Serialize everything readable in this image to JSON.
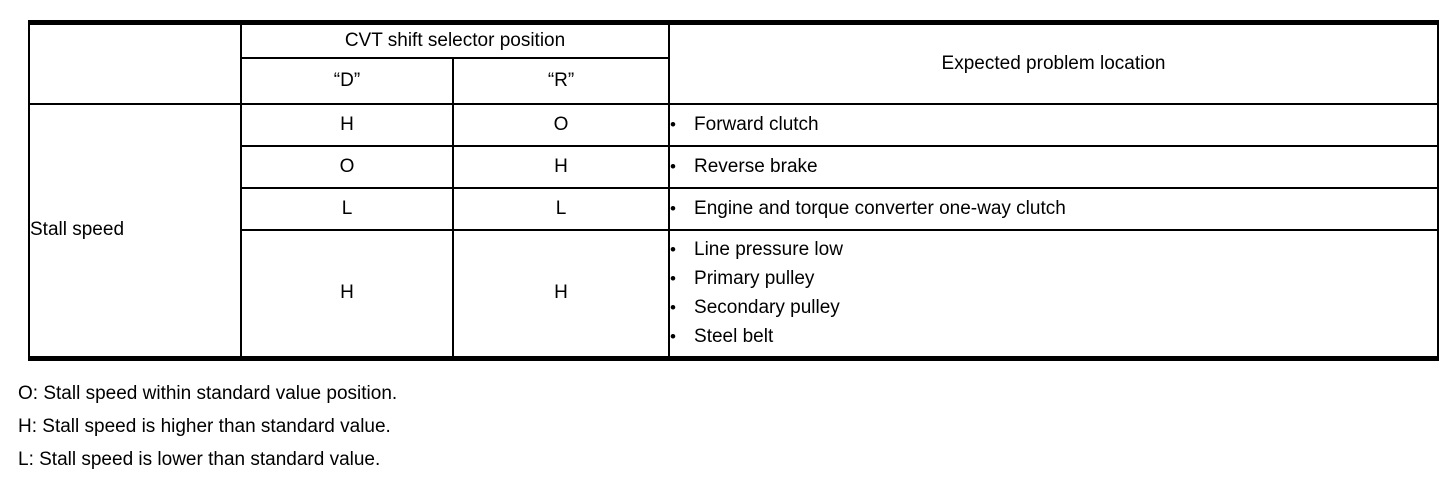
{
  "table": {
    "header": {
      "cvt_span_label": "CVT shift selector position",
      "col_d": "“D”",
      "col_r": "“R”",
      "expected_label": "Expected problem location"
    },
    "row_group_label": "Stall speed",
    "rows": [
      {
        "d": "H",
        "r": "O",
        "problems": [
          "Forward clutch"
        ]
      },
      {
        "d": "O",
        "r": "H",
        "problems": [
          "Reverse brake"
        ]
      },
      {
        "d": "L",
        "r": "L",
        "problems": [
          "Engine and torque converter one-way clutch"
        ]
      },
      {
        "d": "H",
        "r": "H",
        "problems": [
          "Line pressure low",
          "Primary pulley",
          "Secondary pulley",
          "Steel belt"
        ]
      }
    ]
  },
  "glyphs": {
    "bullet": "•"
  },
  "notes": [
    "O: Stall speed within standard value position.",
    "H: Stall speed is higher than standard value.",
    "L: Stall speed is lower than standard value."
  ],
  "colors": {
    "ink": "#000000",
    "paper": "#ffffff"
  }
}
